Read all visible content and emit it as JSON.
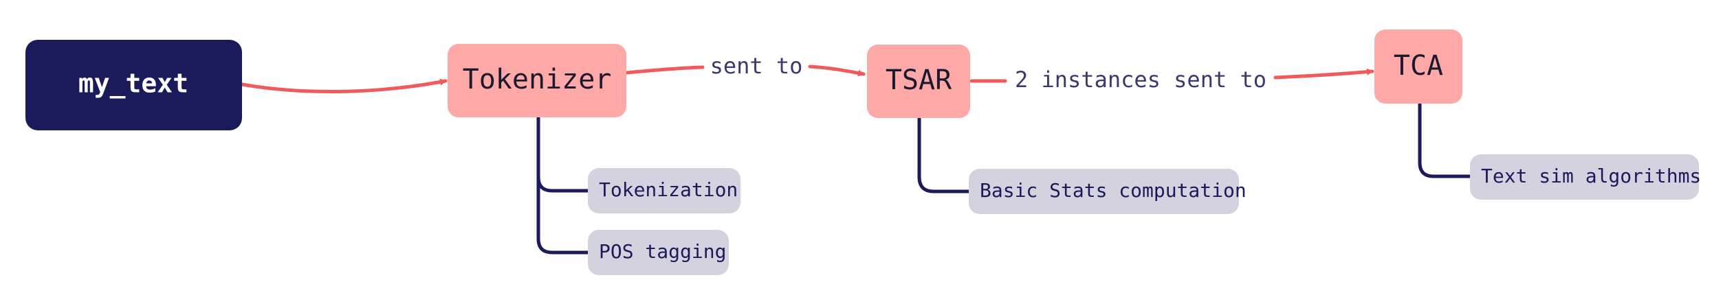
{
  "nodes": {
    "my_text": "my_text",
    "tokenizer": "Tokenizer",
    "tsar": "TSAR",
    "tca": "TCA"
  },
  "subnodes": {
    "tokenization": "Tokenization",
    "pos_tagging": "POS tagging",
    "basic_stats": "Basic Stats computation",
    "text_sim": "Text sim algorithms"
  },
  "edges": {
    "tokenizer_to_tsar": "sent to",
    "tsar_to_tca": "2 instances sent to"
  },
  "colors": {
    "root_fill": "#1b1a5a",
    "main_fill": "#ffa8a8",
    "sub_fill": "#d3d2de",
    "arrow": "#f05a5a",
    "branch": "#1b1a5a"
  }
}
